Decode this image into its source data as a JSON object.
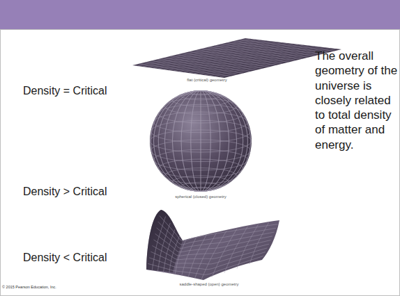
{
  "diagram": {
    "labels": [
      "Density = Critical",
      "Density > Critical",
      "Density < Critical",
      "flat (critical) geometry",
      "spherical (closed) geometry",
      "saddle-shaped (open) geometry",
      "The overall geometry of the universe is closely related to total density of matter and energy.",
      "© 2015 Pearson Education, Inc."
    ]
  }
}
